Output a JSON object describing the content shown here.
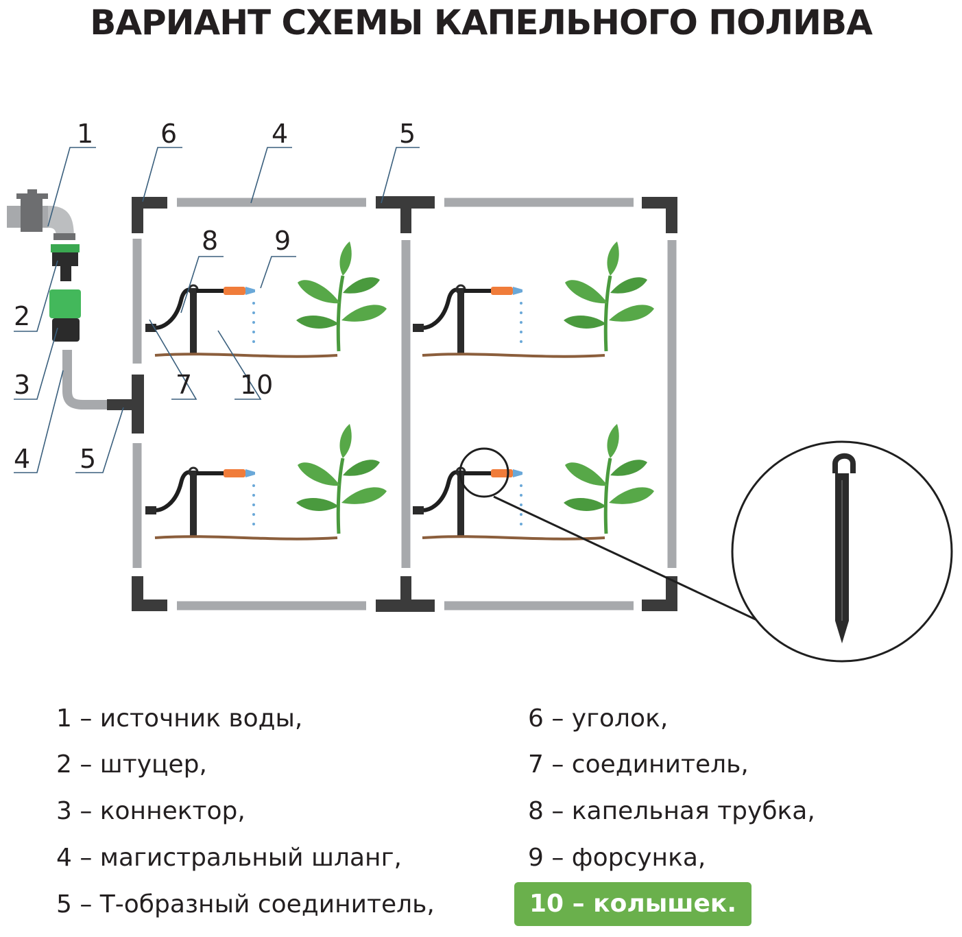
{
  "title": "ВАРИАНТ СХЕМЫ КАПЕЛЬНОГО ПОЛИВА",
  "callouts": {
    "c1": "1",
    "c2": "2",
    "c3": "3",
    "c4a": "4",
    "c5a": "5",
    "c6": "6",
    "c4b": "4",
    "c5b": "5",
    "c7": "7",
    "c8": "8",
    "c9": "9",
    "c10": "10"
  },
  "legend": {
    "left": [
      "1 – источник воды,",
      "2 – штуцер,",
      "3 – коннектор,",
      "4 – магистральный шланг,",
      "5 – Т-образный соединитель,"
    ],
    "right": [
      "6 – уголок,",
      "7 – соединитель,",
      "8 – капельная трубка,",
      "9 – форсунка,"
    ],
    "highlight": "10 – колышек."
  },
  "colors": {
    "pipe": "#a7a9ac",
    "fitting": "#3b3b3b",
    "leaf": "#57a848",
    "soil": "#8b5e3c",
    "nozzle": "#f07c3a",
    "highlight_bg": "#6ab04c"
  }
}
